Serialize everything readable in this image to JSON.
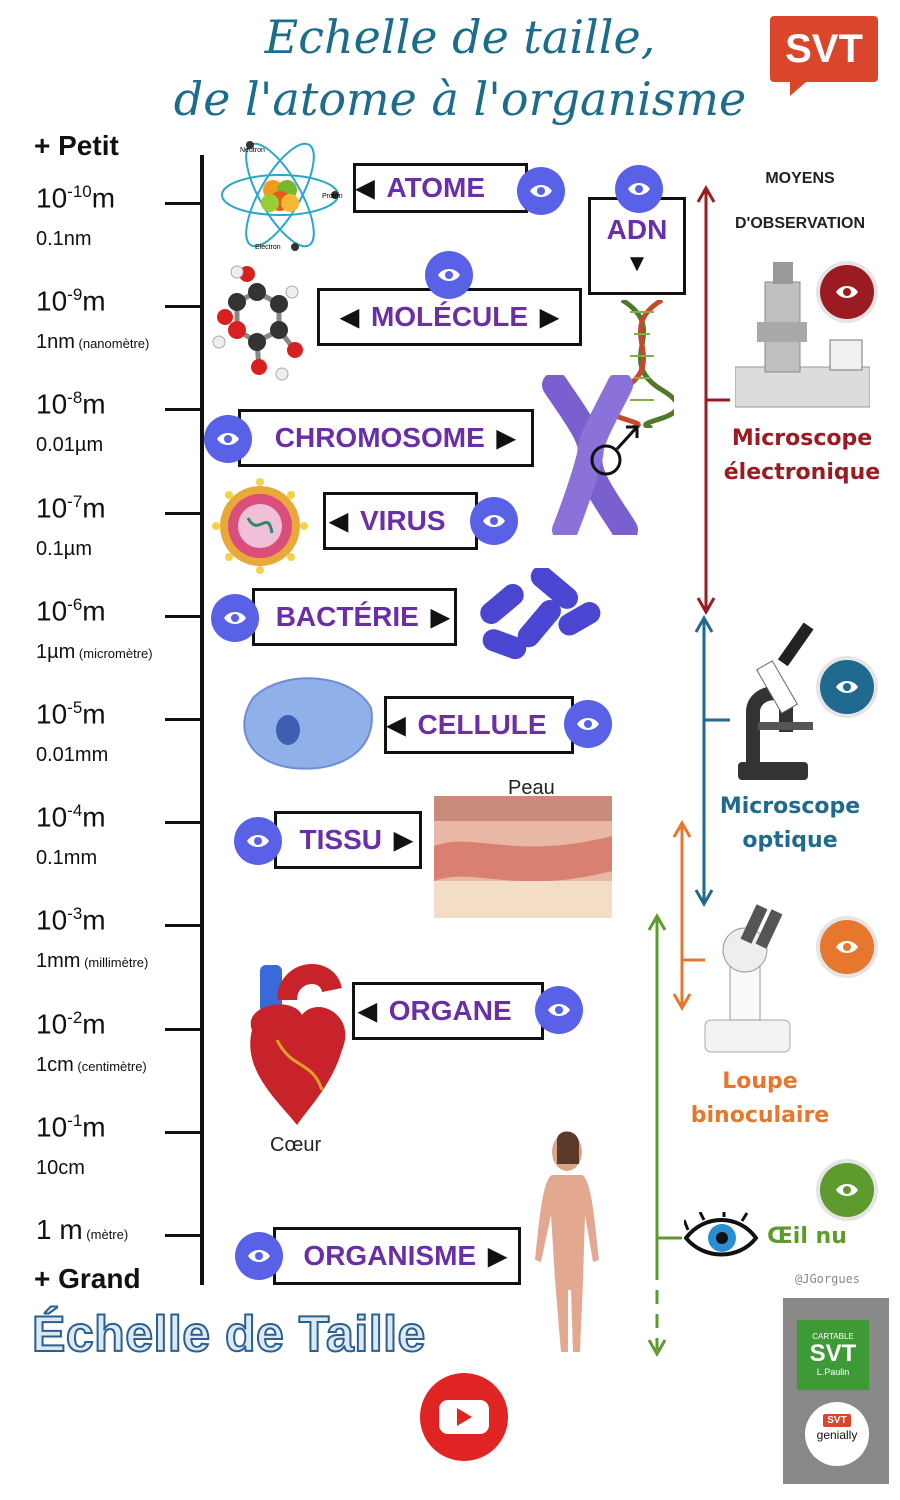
{
  "header": {
    "title_line1": "Echelle de taille,",
    "title_line2": "de l'atome à l'organisme",
    "logo": "SVT"
  },
  "scale": {
    "top_label": "+ Petit",
    "bottom_label": "+ Grand",
    "levels": [
      {
        "base": "10",
        "exp": "-10",
        "unit": "m",
        "sub": "0.1nm",
        "sub_note": ""
      },
      {
        "base": "10",
        "exp": "-9",
        "unit": "m",
        "sub": "1nm",
        "sub_note": "(nanomètre)"
      },
      {
        "base": "10",
        "exp": "-8",
        "unit": "m",
        "sub": "0.01µm",
        "sub_note": ""
      },
      {
        "base": "10",
        "exp": "-7",
        "unit": "m",
        "sub": "0.1µm",
        "sub_note": ""
      },
      {
        "base": "10",
        "exp": "-6",
        "unit": "m",
        "sub": "1µm",
        "sub_note": "(micromètre)"
      },
      {
        "base": "10",
        "exp": "-5",
        "unit": "m",
        "sub": "0.01mm",
        "sub_note": ""
      },
      {
        "base": "10",
        "exp": "-4",
        "unit": "m",
        "sub": "0.1mm",
        "sub_note": ""
      },
      {
        "base": "10",
        "exp": "-3",
        "unit": "m",
        "sub": "1mm",
        "sub_note": "(millimètre)"
      },
      {
        "base": "10",
        "exp": "-2",
        "unit": "m",
        "sub": "1cm",
        "sub_note": "(centimètre)"
      },
      {
        "base": "10",
        "exp": "-1",
        "unit": "m",
        "sub": "10cm",
        "sub_note": ""
      },
      {
        "base": "1 m",
        "exp": "",
        "unit": "",
        "sub": "",
        "sub_note": "(mètre)"
      }
    ]
  },
  "objects": {
    "atome": "ATOME",
    "adn": "ADN",
    "molecule": "MOLÉCULE",
    "chromosome": "CHROMOSOME",
    "virus": "VIRUS",
    "bacterie": "BACTÉRIE",
    "cellule": "CELLULE",
    "tissu": "TISSU",
    "organe": "ORGANE",
    "organisme": "ORGANISME"
  },
  "image_labels": {
    "atom_neutron": "Neutron",
    "atom_proton": "Proton",
    "atom_electron": "Electron",
    "skin": "Peau",
    "heart": "Cœur"
  },
  "observation": {
    "title_line1": "MOYENS",
    "title_line2": "D'OBSERVATION",
    "instruments": [
      {
        "line1": "Microscope",
        "line2": "électronique",
        "color": "#9b1b22"
      },
      {
        "line1": "Microscope",
        "line2": "optique",
        "color": "#1f6a8e"
      },
      {
        "line1": "Loupe",
        "line2": "binoculaire",
        "color": "#e8772e"
      },
      {
        "line1": "Œil nu",
        "line2": "",
        "color": "#5e9b2f"
      }
    ]
  },
  "footer": {
    "credit": "@JGorgues",
    "big_title": "Échelle de Taille",
    "cartable_small": "CARTABLE",
    "cartable_big": "SVT",
    "cartable_author": "L.Paulin",
    "genially_badge": "SVT",
    "genially_text": "genially"
  }
}
